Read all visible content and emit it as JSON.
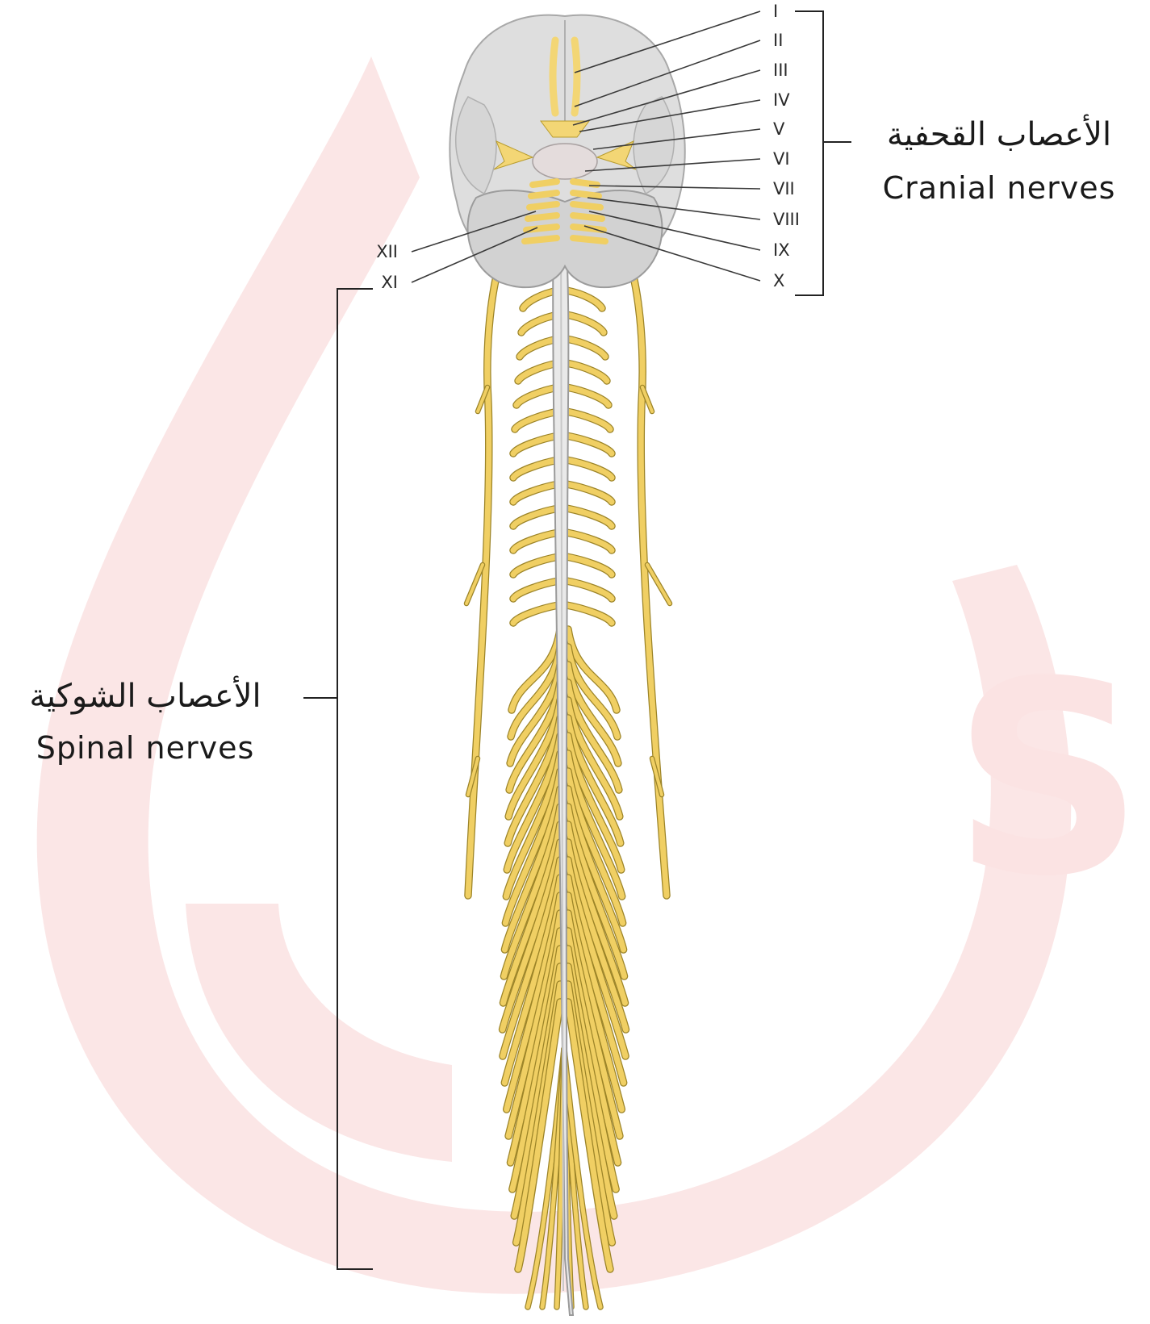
{
  "cranial": {
    "group_label_ar": "الأعصاب القحفية",
    "group_label_en": "Cranial nerves",
    "numerals_right": [
      "I",
      "II",
      "III",
      "IV",
      "V",
      "VI",
      "VII",
      "VIII",
      "IX",
      "X"
    ],
    "numerals_left": [
      "XII",
      "XI"
    ]
  },
  "spinal": {
    "group_label_ar": "الأعصاب الشوكية",
    "group_label_en": "Spinal nerves"
  },
  "watermark": {
    "letter": "S",
    "color": "#fbe3e3"
  },
  "colors": {
    "nerve": "#f3d675",
    "nerve_outline": "#b89c2e",
    "brain": "#dcdcdc",
    "cord": "#e6e6e6"
  }
}
